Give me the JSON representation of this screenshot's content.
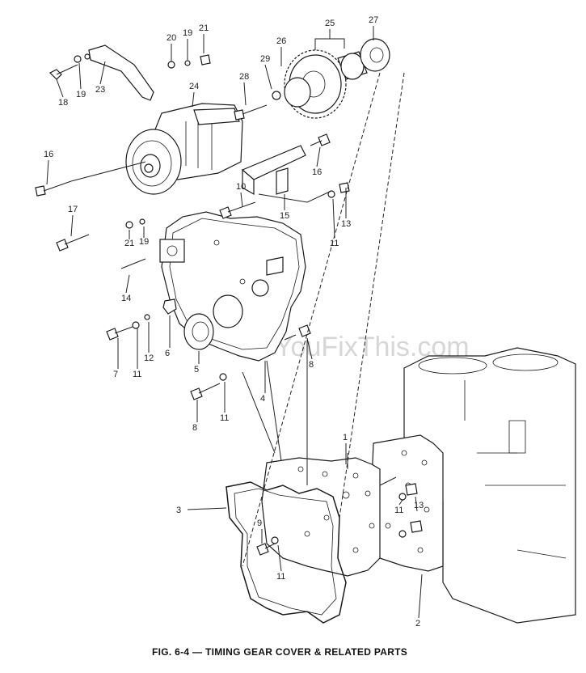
{
  "figure": {
    "caption": "FIG. 6-4 — TIMING GEAR COVER & RELATED PARTS",
    "watermark": "YouFixThis.com"
  },
  "labels": {
    "l20": "20",
    "l19a": "19",
    "l21a": "21",
    "l25": "25",
    "l27": "27",
    "l26": "26",
    "l29": "29",
    "l28": "28",
    "l18": "18",
    "l19b": "19",
    "l23": "23",
    "l24": "24",
    "l16a": "16",
    "l16b": "16",
    "l10": "10",
    "l15": "15",
    "l13a": "13",
    "l11a": "11",
    "l17": "17",
    "l21b": "21",
    "l19c": "19",
    "l14": "14",
    "l7": "7",
    "l11b": "11",
    "l12": "12",
    "l6": "6",
    "l5": "5",
    "l4": "4",
    "l8a": "8",
    "l8b": "8",
    "l11c": "11",
    "l1": "1",
    "l3": "3",
    "l9": "9",
    "l11d": "11",
    "l11e": "11",
    "l13b": "13",
    "l2": "2"
  }
}
